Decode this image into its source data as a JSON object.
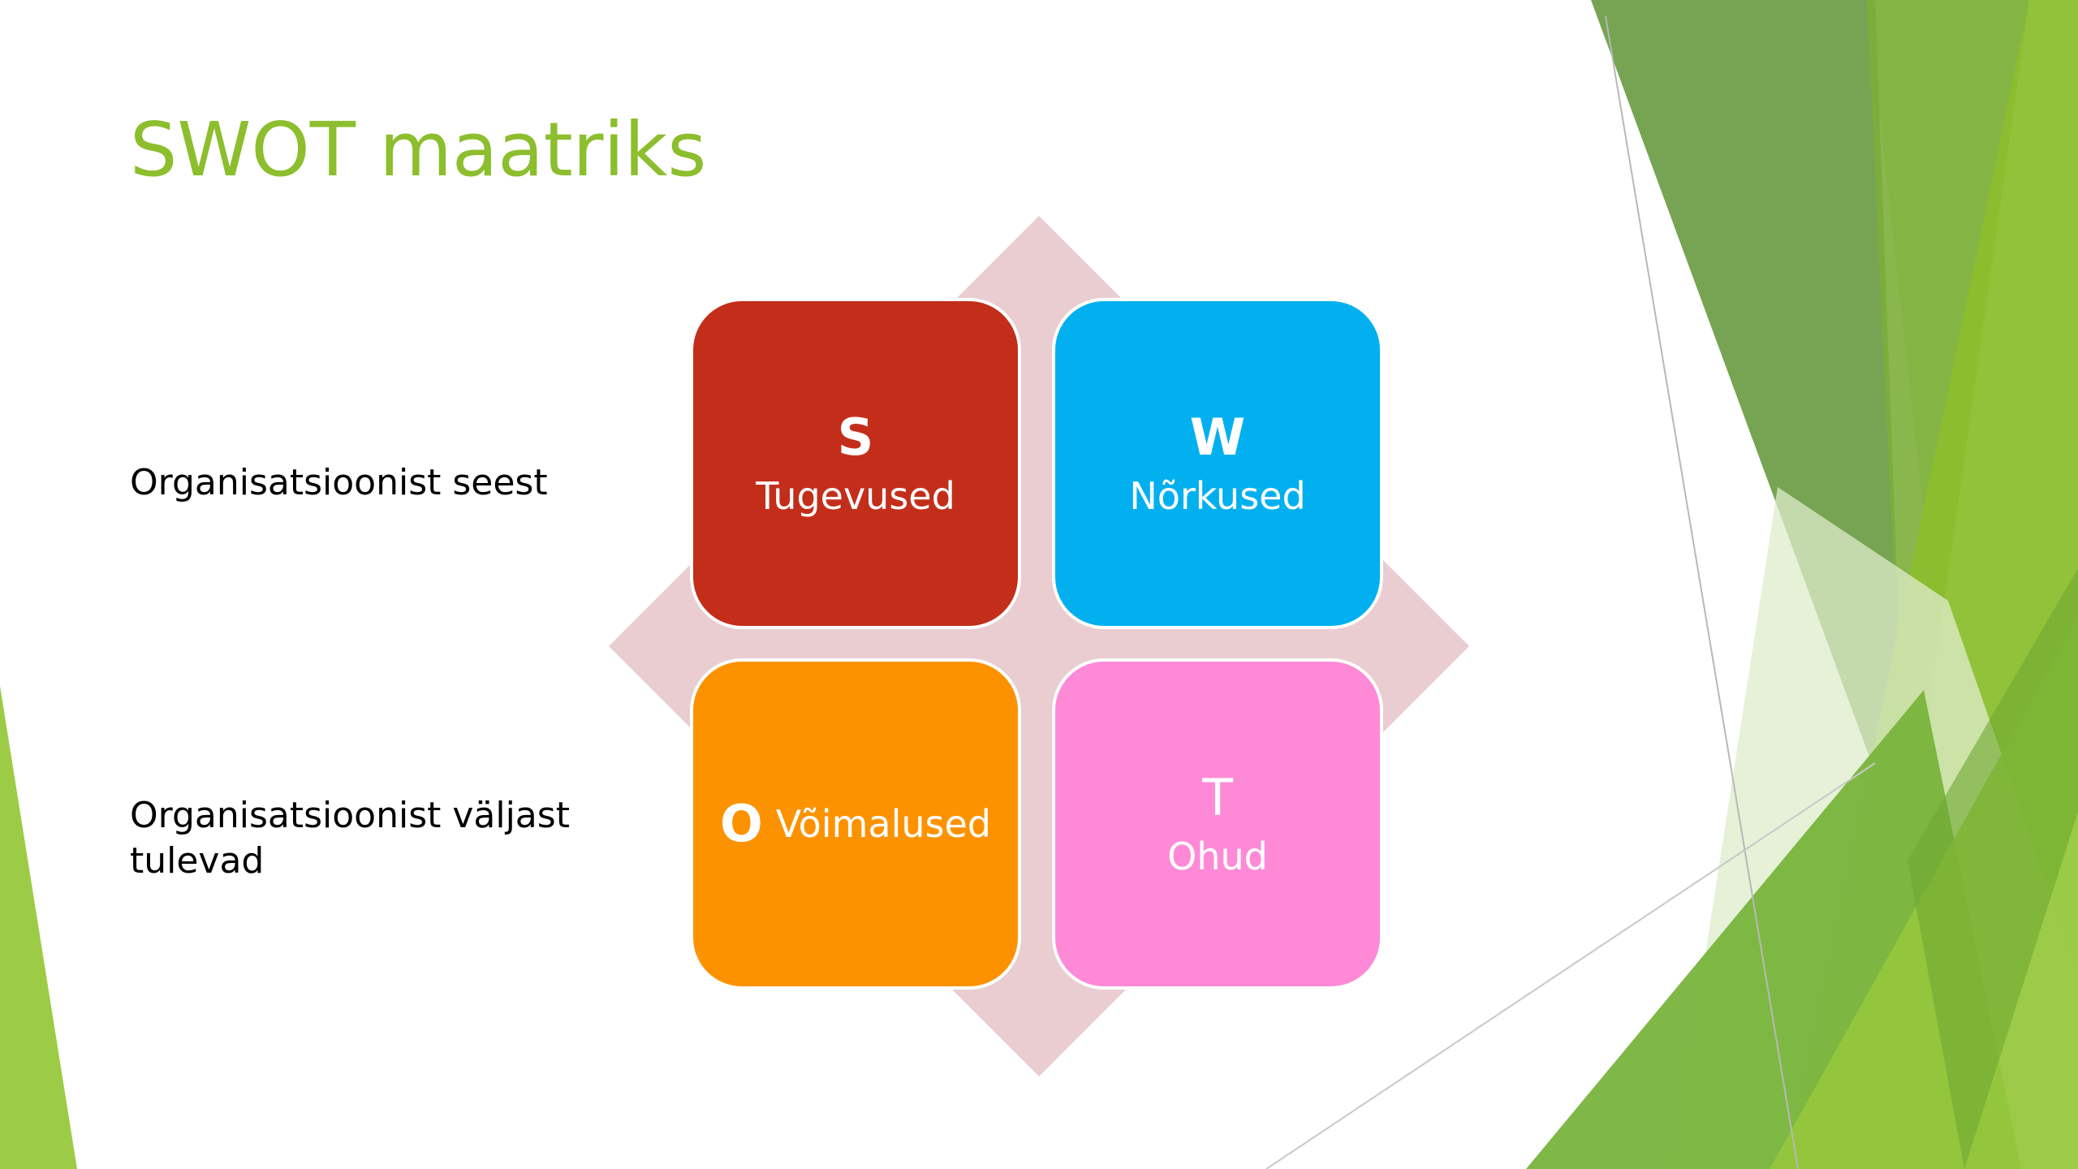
{
  "slide": {
    "title": "SWOT maatriks",
    "side_labels": {
      "internal": "Organisatsioonist seest",
      "external": "Organisatsioonist väljast tulevad"
    },
    "quadrants": {
      "s": {
        "letter": "S",
        "text": "Tugevused",
        "color": "#c32e1a"
      },
      "w": {
        "letter": "W",
        "text": "Nõrkused",
        "color": "#03b0ef"
      },
      "o": {
        "letter": "O",
        "text": "Võimalused",
        "color": "#fd9200"
      },
      "t": {
        "letter": "T",
        "text": "Ohud",
        "color": "#fe8ad7"
      }
    },
    "colors": {
      "title": "#8cbe2d",
      "diamond": "#e9cdd1",
      "accent_green": "#8cbe2d",
      "dark_green": "#5c9030"
    }
  }
}
